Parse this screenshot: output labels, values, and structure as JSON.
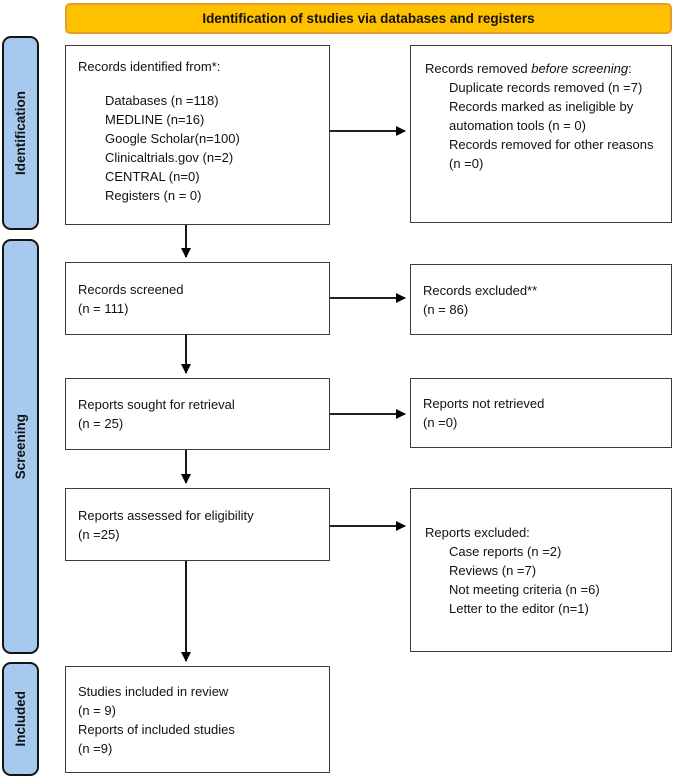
{
  "banner": {
    "title": "Identification of studies via databases and registers"
  },
  "colors": {
    "banner_fill": "#FFC000",
    "banner_border": "#E2A028",
    "sidebar_fill": "#A6CAED",
    "box_border": "#3D3D3D",
    "arrow": "#000000"
  },
  "sidebar": {
    "items": [
      {
        "label": "Identification"
      },
      {
        "label": "Screening"
      },
      {
        "label": "Included"
      }
    ]
  },
  "flow": {
    "identified": {
      "title": "Records identified from*:",
      "items": [
        "Databases (n =118)",
        "MEDLINE (n=16)",
        "Google Scholar(n=100)",
        "Clinicaltrials.gov (n=2)",
        "CENTRAL (n=0)",
        "Registers (n = 0)"
      ]
    },
    "removed": {
      "title_prefix": "Records removed ",
      "title_italic": "before screening",
      "title_suffix": ":",
      "items": [
        "Duplicate records removed (n =7)",
        "Records marked as ineligible by automation tools (n = 0)",
        "Records removed for other reasons (n =0)"
      ]
    },
    "screened": {
      "lines": [
        "Records screened",
        "(n = 111)"
      ]
    },
    "excluded": {
      "lines": [
        "Records excluded**",
        "(n = 86)"
      ]
    },
    "sought": {
      "lines": [
        "Reports sought for retrieval",
        "(n = 25)"
      ]
    },
    "not_retrieved": {
      "lines": [
        "Reports not retrieved",
        "(n =0)"
      ]
    },
    "assessed": {
      "lines": [
        "Reports assessed for eligibility",
        "(n =25)"
      ]
    },
    "reports_excluded": {
      "title": "Reports excluded:",
      "items": [
        "Case reports (n =2)",
        "Reviews (n =7)",
        "Not meeting criteria (n =6)",
        "Letter to the editor (n=1)"
      ]
    },
    "included": {
      "lines": [
        "Studies included in review",
        "(n = 9)",
        "Reports of included studies",
        "(n =9)"
      ]
    }
  }
}
